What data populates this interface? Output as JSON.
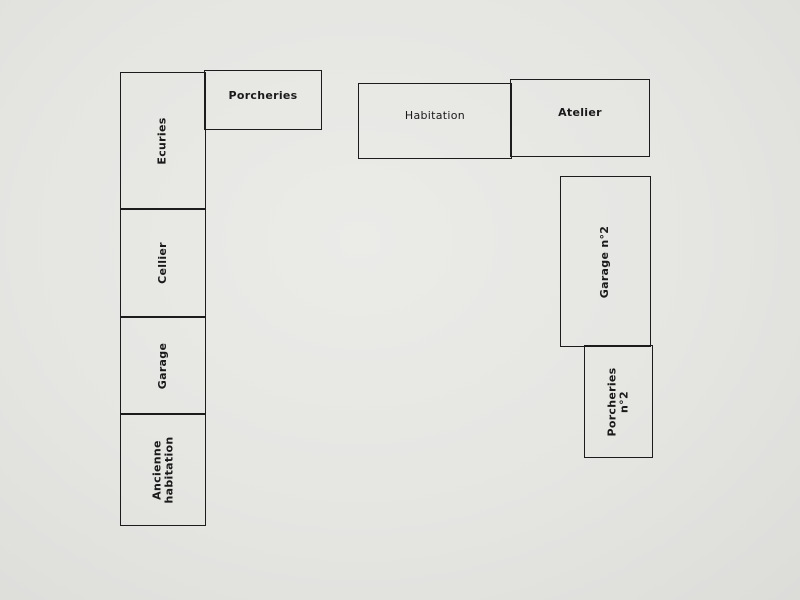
{
  "rooms": {
    "ecuries": "Ecuries",
    "cellier": "Cellier",
    "garage": "Garage",
    "ancienne_habitation": "Ancienne\nhabitation",
    "porcheries": "Porcheries",
    "habitation": "Habitation",
    "atelier": "Atelier",
    "garage_2": "Garage n°2",
    "porcheries_2": "Porcheries\nn°2"
  },
  "colors": {
    "paper": "#e4e4e1",
    "ink": "#1c1c1c"
  }
}
